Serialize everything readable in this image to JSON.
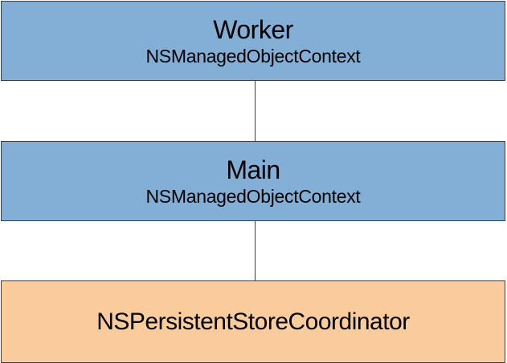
{
  "colors": {
    "context_fill": "#83aed6",
    "coordinator_fill": "#fbcc9b",
    "border": "#3f3f3f"
  },
  "nodes": [
    {
      "id": "worker",
      "title": "Worker",
      "subtitle": "NSManagedObjectContext"
    },
    {
      "id": "main",
      "title": "Main",
      "subtitle": "NSManagedObjectContext"
    },
    {
      "id": "coordinator",
      "title": "NSPersistentStoreCoordinator"
    }
  ]
}
